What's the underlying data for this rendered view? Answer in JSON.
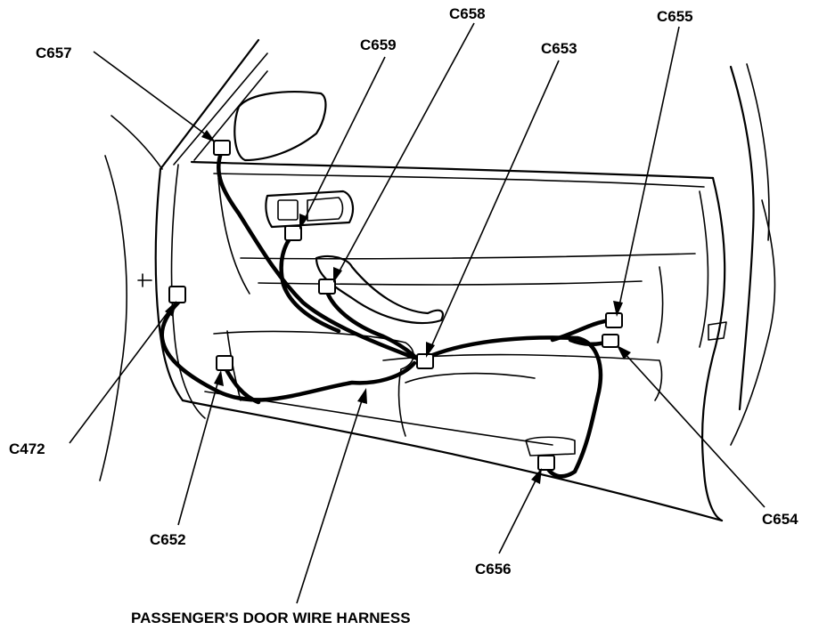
{
  "labels": {
    "c657": "C657",
    "c658": "C658",
    "c659": "C659",
    "c653": "C653",
    "c655": "C655",
    "c472": "C472",
    "c652": "C652",
    "c656": "C656",
    "c654": "C654"
  },
  "caption": "PASSENGER'S DOOR WIRE HARNESS"
}
